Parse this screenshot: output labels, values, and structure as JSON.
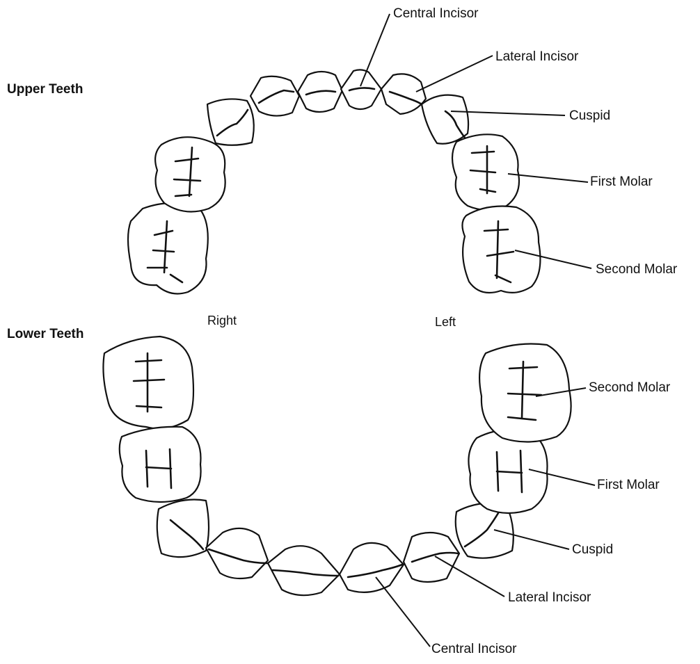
{
  "upper": {
    "heading": "Upper Teeth",
    "labels": {
      "central_incisor": "Central Incisor",
      "lateral_incisor": "Lateral Incisor",
      "cuspid": "Cuspid",
      "first_molar": "First Molar",
      "second_molar": "Second Molar"
    }
  },
  "lower": {
    "heading": "Lower Teeth",
    "labels": {
      "second_molar": "Second Molar",
      "first_molar": "First Molar",
      "cuspid": "Cuspid",
      "lateral_incisor": "Lateral Incisor",
      "central_incisor": "Central Incisor"
    }
  },
  "sides": {
    "right": "Right",
    "left": "Left"
  }
}
